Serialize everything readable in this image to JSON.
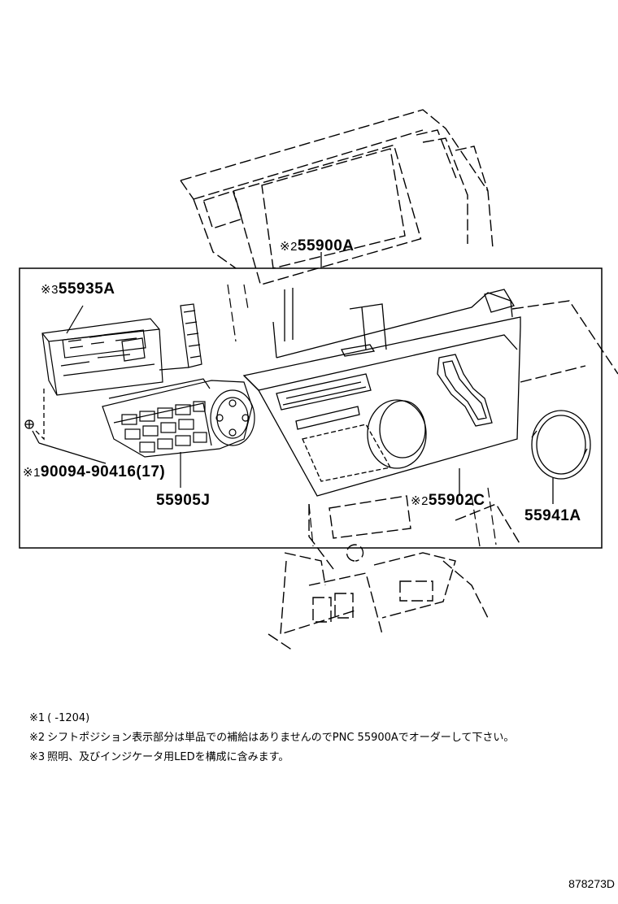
{
  "callouts": [
    {
      "id": "55900A",
      "mark": "※2",
      "label": "55900A"
    },
    {
      "id": "55935A",
      "mark": "※3",
      "label": "55935A"
    },
    {
      "id": "90094",
      "mark": "※1",
      "label": "90094-90416",
      "qty": "(17)"
    },
    {
      "id": "55905J",
      "mark": "",
      "label": "55905J"
    },
    {
      "id": "55902C",
      "mark": "※2",
      "label": "55902C"
    },
    {
      "id": "55941A",
      "mark": "",
      "label": "55941A"
    }
  ],
  "notes": [
    {
      "mark": "※1",
      "text": "(     -1204)"
    },
    {
      "mark": "※2",
      "text": "シフトポジション表示部分は単品での補給はありませんのでPNC 55900Aでオーダーして下さい。"
    },
    {
      "mark": "※3",
      "text": "照明、及びインジケータ用LEDを構成に含みます。"
    }
  ],
  "drawing_id": "878273D"
}
